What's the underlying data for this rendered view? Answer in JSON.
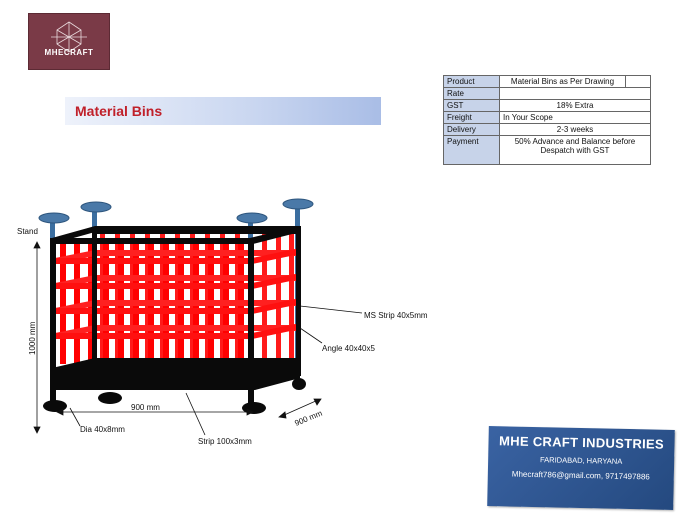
{
  "logo": {
    "text": "MHECRAFT"
  },
  "title": "Material Bins",
  "spec": {
    "rows": [
      {
        "key": "Product",
        "value": "Material Bins as Per Drawing"
      },
      {
        "key": "Rate",
        "value": ""
      },
      {
        "key": "GST",
        "value": "18% Extra"
      },
      {
        "key": "Freight",
        "value": "In Your Scope"
      },
      {
        "key": "Delivery",
        "value": "2-3 weeks"
      },
      {
        "key": "Payment",
        "value": "50% Advance and Balance before Despatch  with GST"
      }
    ]
  },
  "drawing": {
    "labels": {
      "stand": "Stand",
      "height": "1000 mm",
      "ms_strip": "MS Strip 40x5mm",
      "angle": "Angle 40x40x5",
      "width": "900 mm",
      "depth": "900 mm",
      "dia": "Dia 40x8mm",
      "strip": "Strip 100x3mm"
    },
    "colors": {
      "bars": "#ff0000",
      "frame": "#0a0a0a",
      "stand": "#4a79a8"
    }
  },
  "company": {
    "name": "MHE CRAFT INDUSTRIES",
    "city": "FARIDABAD, HARYANA",
    "contact": "Mhecraft786@gmail.com, 9717497886"
  }
}
